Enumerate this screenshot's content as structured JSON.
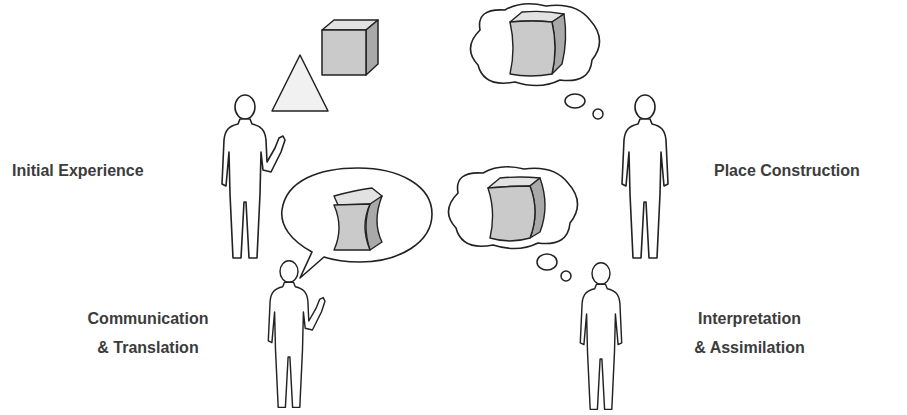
{
  "diagram": {
    "labels": [
      "Initial Experience",
      "Place Construction",
      "Communication & Translation",
      "Interpretation & Assimilation"
    ]
  }
}
